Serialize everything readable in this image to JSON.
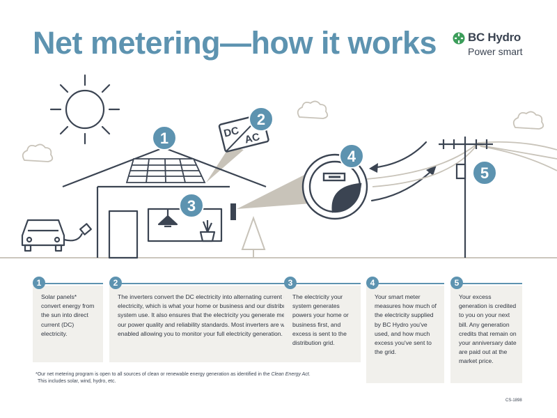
{
  "title": "Net metering—how it works",
  "brand": {
    "name": "BC Hydro",
    "tagline": "Power smart",
    "logo": "bc-hydro-leaf-logo"
  },
  "diagram": {
    "markers": [
      "1",
      "2",
      "3",
      "4",
      "5"
    ],
    "inverter_labels": {
      "dc": "DC",
      "ac": "AC"
    },
    "colors": {
      "accent": "#5d93b0",
      "line": "#3b4452",
      "beige": "#c8c3b9",
      "ground": "#cbc6bd"
    }
  },
  "steps": [
    {
      "num": "1",
      "text": "Solar panels* convert energy from the sun into direct current (DC) electricity."
    },
    {
      "num": "2",
      "text": "The inverters convert the DC electricity into alternating current (AC) electricity, which is what your home or business and our distribution system use. It also ensures that the electricity you generate meets our power quality and reliability standards. Most inverters are web-enabled allowing you to monitor your full electricity generation."
    },
    {
      "num": "3",
      "text": "The electricity your system generates powers your home or business first, and excess is sent to the distribution grid."
    },
    {
      "num": "4",
      "text": "Your smart meter measures how much of the electricity supplied by BC Hydro you've used, and how much excess you've sent to the grid."
    },
    {
      "num": "5",
      "text": "Your excess generation is credited to you on your next bill. Any generation credits that remain on your anniversary date are paid out at the market price."
    }
  ],
  "footnote": {
    "line1_prefix": "*Our net metering program is open to all sources of clean or renewable energy generation as identified in the ",
    "line1_italic": "Clean Energy Act",
    "line1_suffix": ".",
    "line2": "This includes solar, wind, hydro, etc."
  },
  "doc_code": "CS-1898"
}
